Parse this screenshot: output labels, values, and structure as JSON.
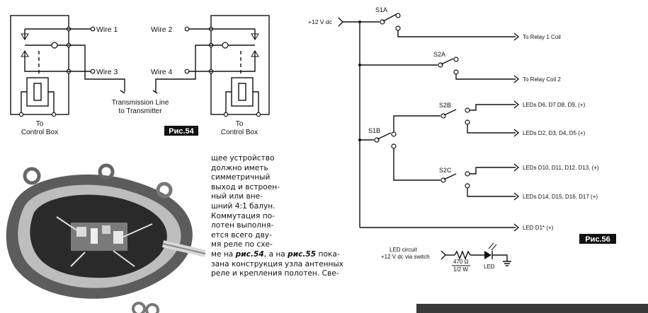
{
  "fig54": {
    "tag": "Рис.54",
    "wire1": "Wire 1",
    "wire2": "Wire 2",
    "wire3": "Wire 3",
    "wire4": "Wire 4",
    "tline1": "Transmission Line",
    "tline2": "to Transmitter",
    "to_left": "To",
    "cb_left": "Control Box",
    "to_right": "To",
    "cb_right": "Control Box"
  },
  "fig56": {
    "tag": "Рис.56",
    "supply": "+12 V dc",
    "s1a": "S1A",
    "s2a": "S2A",
    "s2b": "S2B",
    "s1b": "S1B",
    "s2c": "S2C",
    "out1": "To Relay 1 Coil",
    "out2": "To Relay Coil 2",
    "out3": "LEDs D6, D7  D8, D9, (+)",
    "out4": "LEDs D2, D3, D4, D5 (+)",
    "out5": "LEDs D10, D11, D12, D13, (+)",
    "out6": "LEDs D14, D15, D16, D17 (+)",
    "out7": "LED D1* (+)",
    "led_circuit1": "LED circuit",
    "led_circuit2": "+12 V dc via switch",
    "resistor1": "470 Ω",
    "resistor2": "1/2 W",
    "led": "LED"
  },
  "article": {
    "lines": [
      "щее устройство",
      "должно иметь",
      "симметричный",
      "выход и встроен-",
      "ный или вне-",
      "шний 4:1 балун.",
      "Коммутация по-",
      "лотен выполня-",
      "ется всего дву-",
      "мя реле по схе-"
    ],
    "line_a1": "ме на ",
    "ref54": "рис.54",
    "line_a2": ", а на ",
    "ref55": "рис.55",
    "line_a3": " пока-",
    "line_b": "зана конструкция узла антенных",
    "line_c": "реле и крепления полотен. Све-"
  }
}
